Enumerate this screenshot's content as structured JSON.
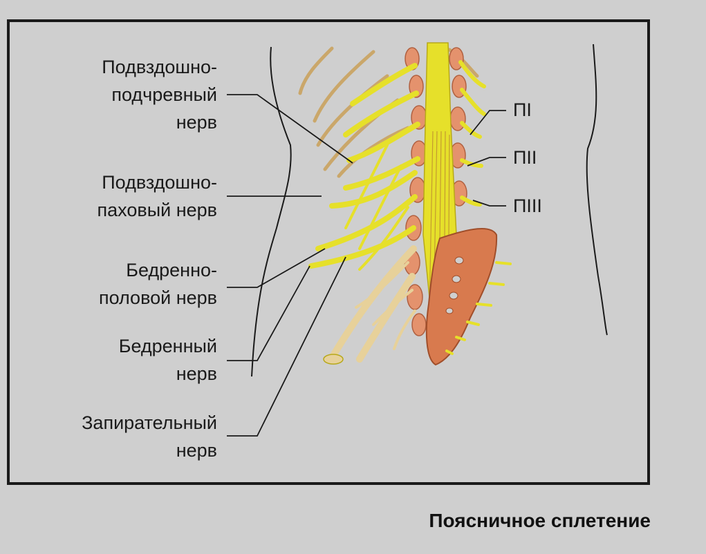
{
  "labels": {
    "iliohypogastric": [
      "Подвздошно-",
      "подчревный",
      "нерв"
    ],
    "ilioinguinal": [
      "Подвздошно-",
      "паховый нерв"
    ],
    "genitofemoral": [
      "Бедренно-",
      "половой нерв"
    ],
    "femoral": [
      "Бедренный",
      "нерв"
    ],
    "obturator": [
      "Запирательный",
      "нерв"
    ]
  },
  "vertebra_tags": [
    "ПI",
    "ПII",
    "ПIII"
  ],
  "caption": "Поясничное сплетение",
  "colors": {
    "background": "#cfcfcf",
    "nerve": "#e6e02a",
    "nerve_outline": "#b7a819",
    "ganglion": "#e4926d",
    "bone": "#d87a4e",
    "leg_nerve": "#e7d19a",
    "outline": "#1a1a1a"
  }
}
